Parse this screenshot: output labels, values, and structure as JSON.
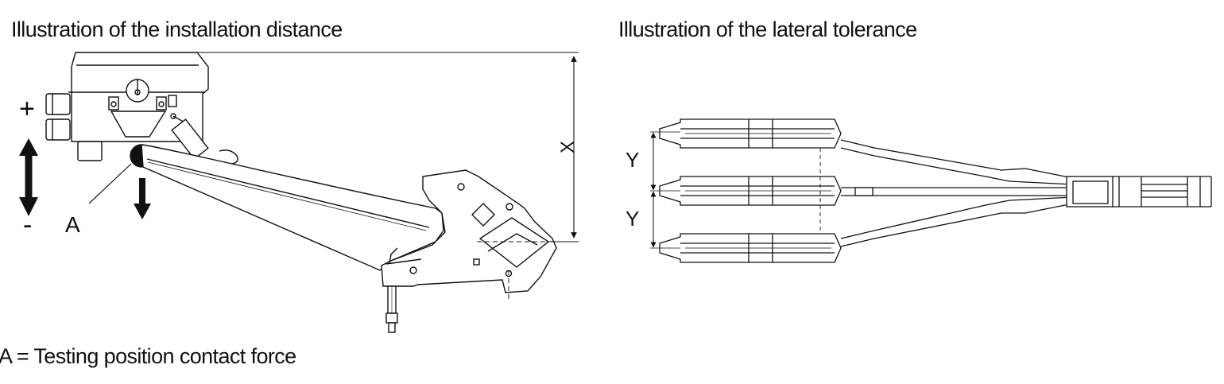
{
  "titles": {
    "installation": "Illustration of the installation distance",
    "lateral": "Illustration of the lateral tolerance"
  },
  "labels": {
    "plus": "+",
    "minus": "-",
    "a": "A",
    "x": "X",
    "y_upper": "Y",
    "y_lower": "Y"
  },
  "caption": "A = Testing position contact force"
}
